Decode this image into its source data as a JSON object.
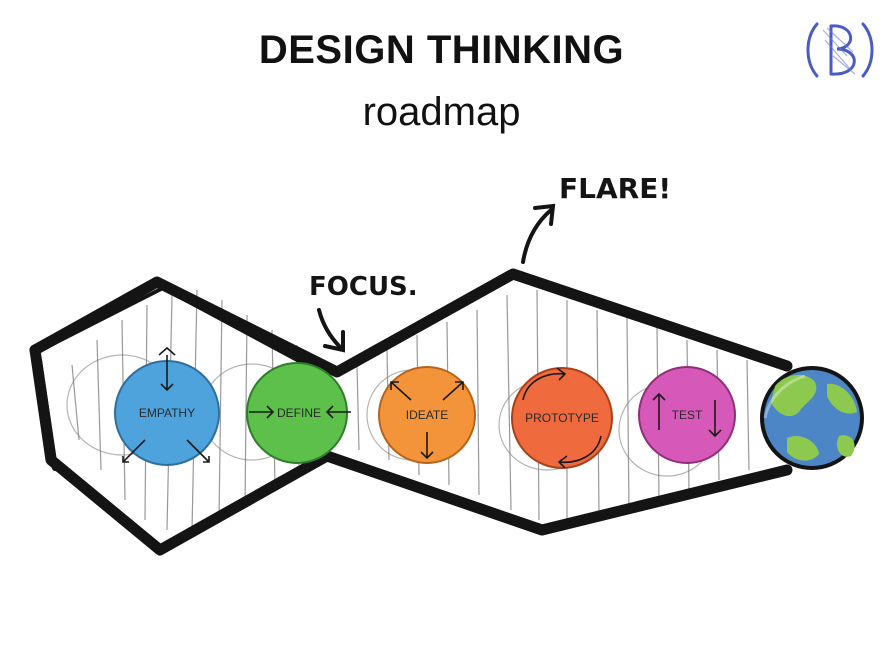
{
  "header": {
    "title": "DESIGN THINKING",
    "subtitle": "roadmap"
  },
  "annotations": {
    "focus": "FOCUS.",
    "flare": "FLARE!"
  },
  "stages": [
    {
      "label": "EMPATHY",
      "color": "#4fa3dc"
    },
    {
      "label": "DEFINE",
      "color": "#5cc04a"
    },
    {
      "label": "IDEATE",
      "color": "#f4943a"
    },
    {
      "label": "PROTOTYPE",
      "color": "#ef6a3c"
    },
    {
      "label": "TEST",
      "color": "#d658b8"
    }
  ],
  "colors": {
    "outline": "#141414",
    "globe_ocean": "#4c86c6",
    "globe_land": "#8ec94f",
    "logo": "#4a5cc4"
  }
}
